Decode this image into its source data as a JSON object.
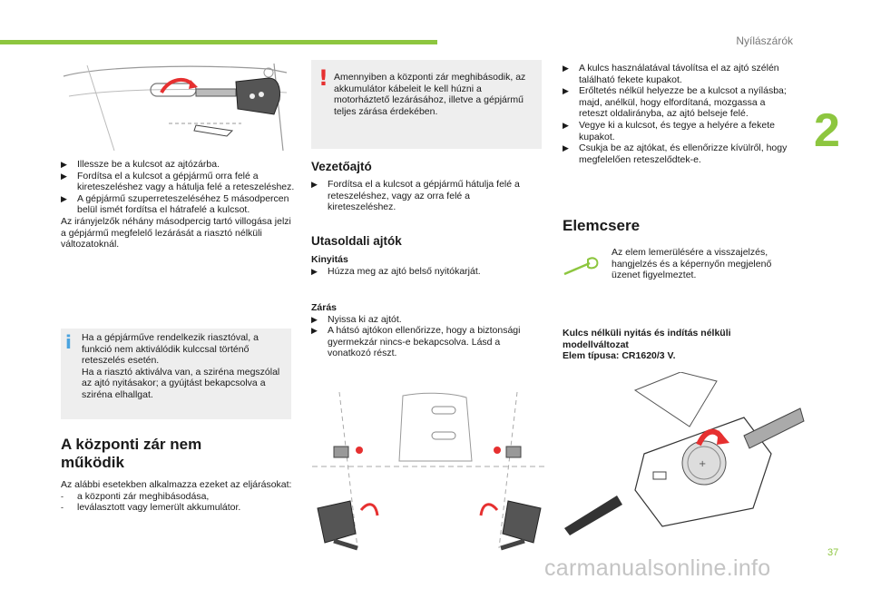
{
  "header": {
    "section_title": "Nyílászárók",
    "chapter_number": "2",
    "page_number": "37"
  },
  "watermark": "carmanualsonline.info",
  "col1": {
    "steps": [
      "Illessze be a kulcsot az ajtózárba.",
      "Fordítsa el a kulcsot a gépjármű orra felé a kireteszeléshez vagy a hátulja felé a reteszeléshez.",
      "A gépjármű szuperreteszeléséhez 5 másodpercen belül ismét fordítsa el hátrafelé a kulcsot."
    ],
    "paragraph": "Az irányjelzők néhány másodpercig tartó villogása jelzi a gépjármű megfelelő lezárását a riasztó nélküli változatoknál.",
    "info_box": {
      "line1": "Ha a gépjárműve rendelkezik riasztóval, a funkció nem aktiválódik kulccsal történő reteszelés esetén.",
      "line2": "Ha a riasztó aktiválva van, a sziréna megszólal az ajtó nyitásakor; a gyújtást bekapcsolva a sziréna elhallgat."
    },
    "heading_line1": "A központi zár nem",
    "heading_line2": "működik",
    "intro": "Az alábbi esetekben alkalmazza ezeket az eljárásokat:",
    "dash_items": [
      "a központi zár meghibásodása,",
      "leválasztott vagy lemerült akkumulátor."
    ]
  },
  "col2": {
    "warning_box": "Amennyiben a központi zár meghibásodik, az akkumulátor kábeleit le kell húzni a motorháztető lezárásához, illetve a gépjármű teljes zárása érdekében.",
    "driver_heading": "Vezetőajtó",
    "driver_steps": [
      "Fordítsa el a kulcsot a gépjármű hátulja felé a reteszeléshez, vagy az orra felé a kireteszeléshez."
    ],
    "passenger_heading": "Utasoldali ajtók",
    "unlock_label": "Kinyitás",
    "unlock_steps": [
      "Húzza meg az ajtó belső nyitókarját."
    ],
    "lock_label": "Zárás",
    "lock_steps": [
      "Nyissa ki az ajtót.",
      "A hátsó ajtókon ellenőrizze, hogy a biztonsági gyermekzár nincs-e bekapcsolva. Lásd a vonatkozó részt."
    ]
  },
  "col3": {
    "steps": [
      "A kulcs használatával távolítsa el az ajtó szélén található fekete kupakot.",
      "Erőltetés nélkül helyezze be a kulcsot a nyílásba; majd, anélkül, hogy elfordítaná, mozgassa a reteszt oldalirányba, az ajtó belseje felé.",
      "Vegye ki a kulcsot, és tegye a helyére a fekete kupakot.",
      "Csukja be az ajtókat, és ellenőrizze kívülről, hogy megfelelően reteszelődtek-e."
    ],
    "battery_heading": "Elemcsere",
    "battery_text": "Az elem lemerülésére a visszajelzés, hangjelzés és a képernyőn megjelenő üzenet figyelmeztet.",
    "keyless_line1": "Kulcs nélküli nyitás és indítás nélküli",
    "keyless_line2": "modellváltozat",
    "battery_type": "Elem típusa: CR1620/3 V."
  },
  "icons": {
    "bullet": "arrow-bullet-icon",
    "info": "info-icon",
    "warning": "warning-icon",
    "wrench": "wrench-icon",
    "accent_color": "#8dc63f"
  }
}
